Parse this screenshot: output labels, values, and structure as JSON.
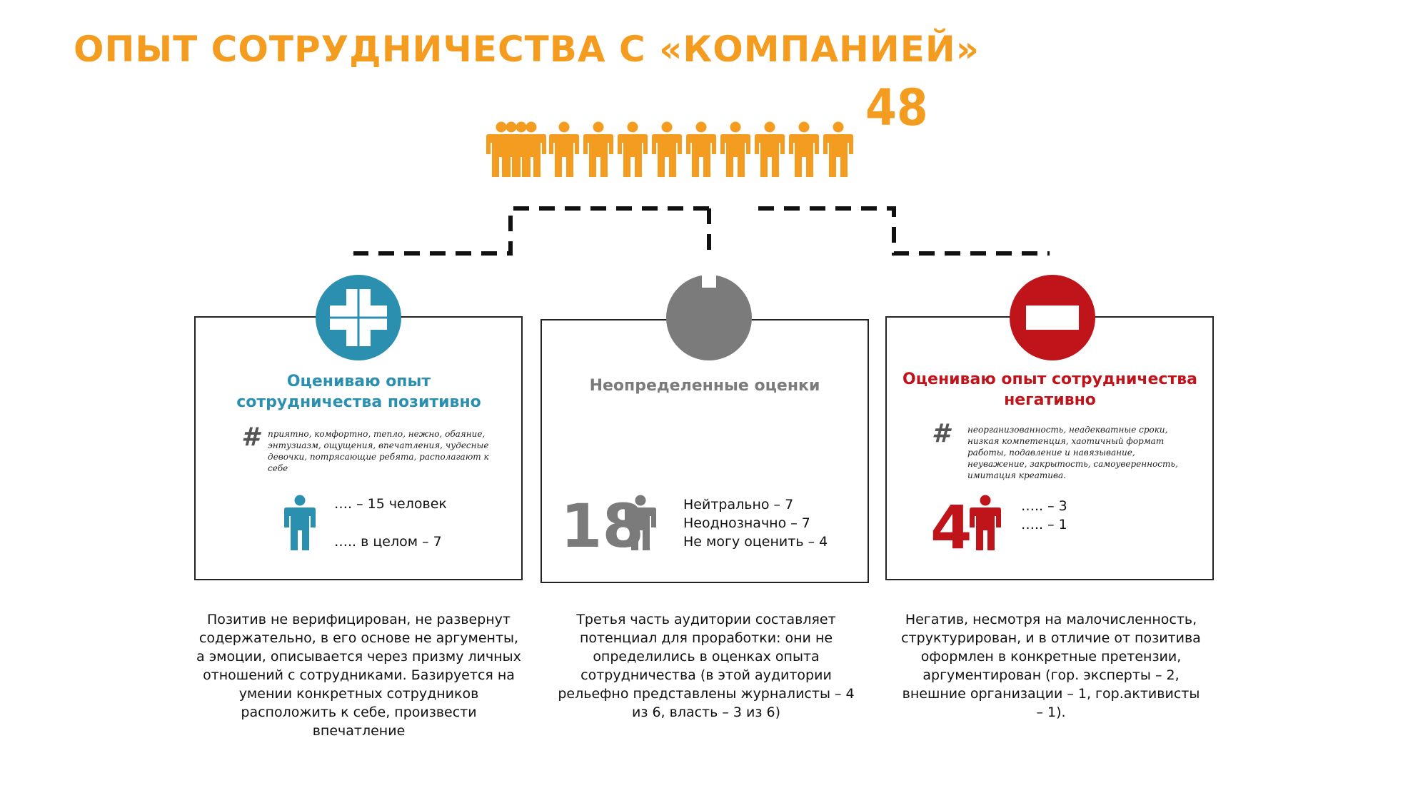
{
  "title": "ОПЫТ СОТРУДНИЧЕСТВА С «КОМПАНИЕЙ»",
  "total": "48",
  "colors": {
    "accent": "#f39c1f",
    "positive": "#2b8faf",
    "neutral": "#7b7b7b",
    "negative": "#c0141b"
  },
  "positive": {
    "icon": "plus-icon",
    "title": "Оцениваю опыт сотрудничества позитивно",
    "hash": "#",
    "tags": "приятно, комфортно, тепло, нежно, обаяние, энтузиазм, ощущения, впечатления, чудесные девочки, потрясающие ребята, располагают к себе",
    "stat1": "…. – 15 человек",
    "stat2": "….. в целом – 7",
    "description": "Позитив не верифицирован, не развернут содержательно, в его основе не аргументы, а эмоции, описывается через призму личных отношений с сотрудниками. Базируется на умении конкретных сотрудников расположить к себе, произвести впечатление"
  },
  "neutral": {
    "icon": "neutral-circle-icon",
    "title": "Неопределенные оценки",
    "count": "18",
    "stat1": "Нейтрально – 7",
    "stat2": "Неоднозначно – 7",
    "stat3": "Не могу оценить – 4",
    "description": "Третья часть аудитории составляет потенциал для проработки: они не определились в оценках опыта сотрудничества (в этой аудитории рельефно представлены  журналисты – 4 из 6, власть – 3 из 6)"
  },
  "negative": {
    "icon": "minus-icon",
    "title": "Оцениваю опыт сотрудничества негативно",
    "hash": "#",
    "tags": "неорганизованность, неадекватные сроки, низкая компетенция, хаотичный формат работы, подавление и навязывание, неуважение, закрытость, самоуверенность, имитация креатива.",
    "count": "4",
    "stat1": "….. – 3",
    "stat2": "….. – 1",
    "description": "Негатив, несмотря на малочисленность, структурирован, и в отличие от позитива оформлен в конкретные претензии, аргументирован (гор. эксперты – 2, внешние организации – 1, гор.активисты – 1)."
  }
}
